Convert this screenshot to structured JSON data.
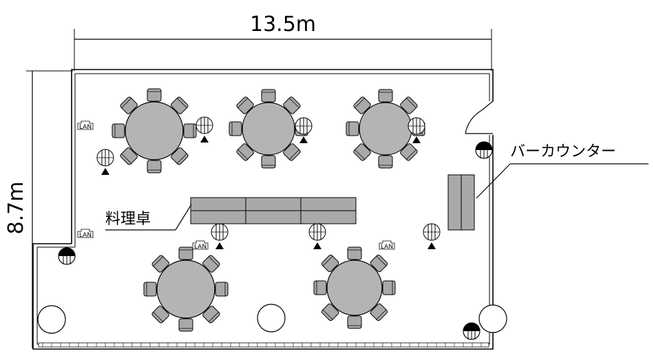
{
  "dimensions": {
    "width_label": "13.5m",
    "height_label": "8.7m"
  },
  "labels": {
    "bar_counter": "バーカウンター",
    "food_table": "料理卓",
    "lan": "LAN"
  },
  "colors": {
    "furniture_fill": "#a9a9a9",
    "table_fill": "#b4b4b4",
    "line": "#000000",
    "background": "#ffffff"
  },
  "icons": {
    "lan_port": "lan-port-icon",
    "spotlight": "spotlight-icon",
    "floor_outlet": "floor-outlet-icon",
    "pillar": "pillar-icon"
  }
}
